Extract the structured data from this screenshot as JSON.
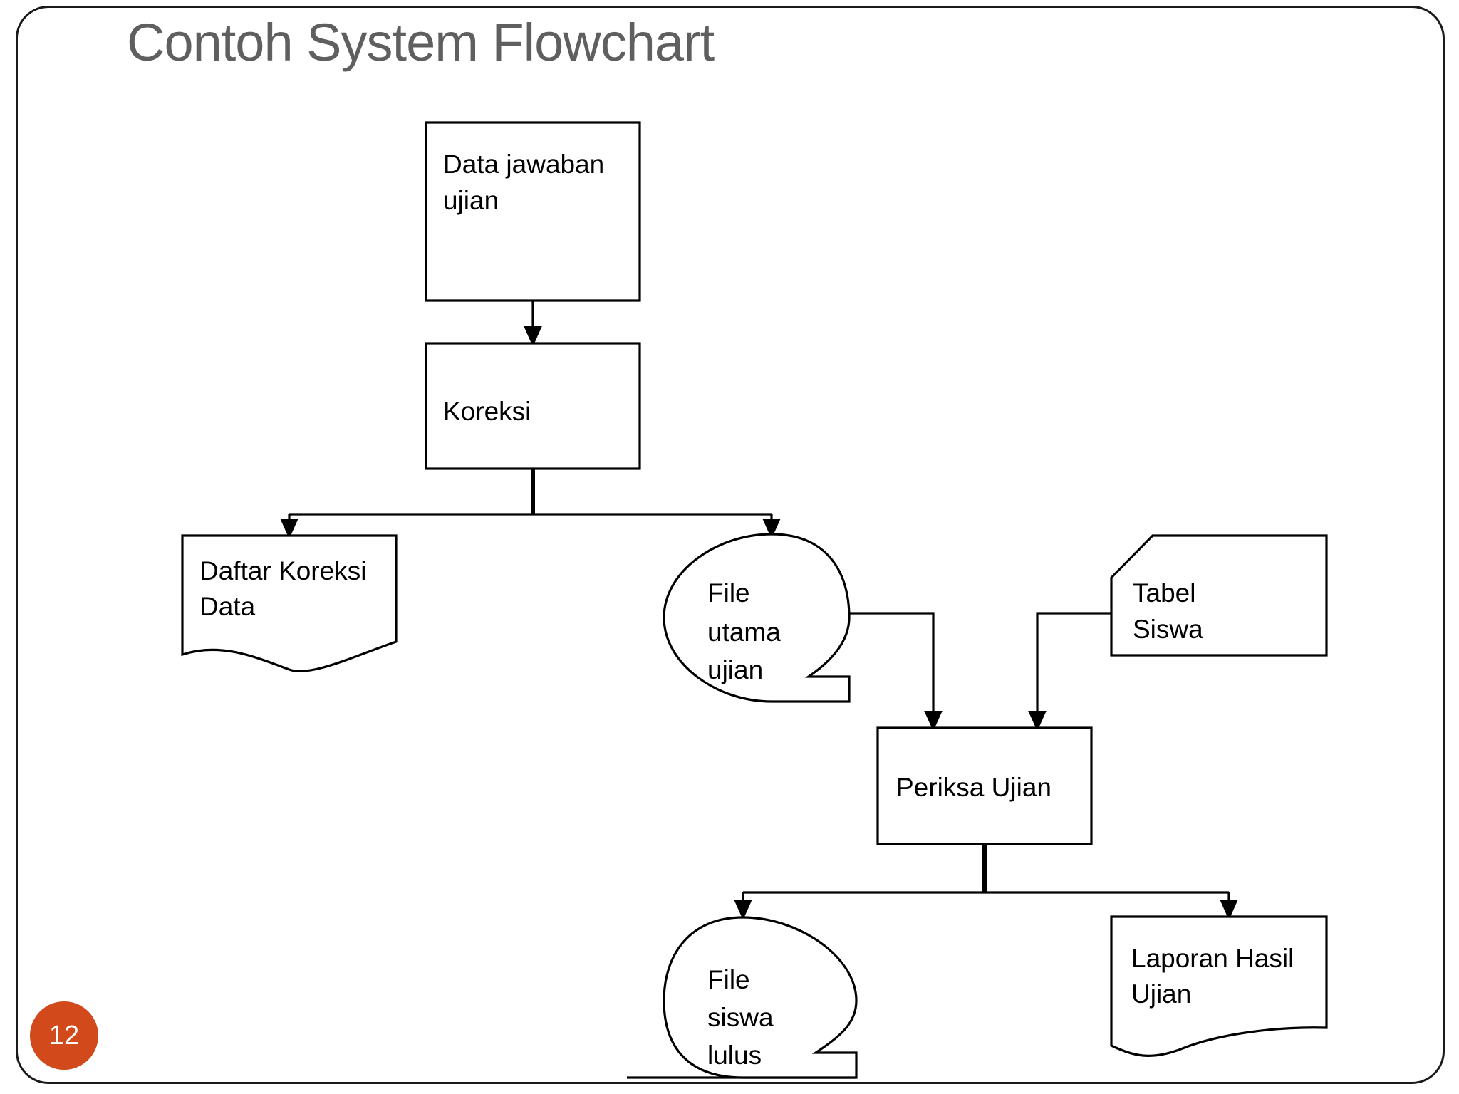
{
  "slide": {
    "title": "Contoh System Flowchart",
    "title_color": "#5f5f5f",
    "page_number": "12",
    "badge_color": "#d2491c",
    "background": "#ffffff",
    "border_color": "#1a1a1a"
  },
  "flowchart": {
    "nodes": [
      {
        "id": "data-jawaban-ujian",
        "shape": "punched-card",
        "lines": [
          "Data jawaban",
          "ujian"
        ],
        "line1": "Data jawaban",
        "line2": "ujian"
      },
      {
        "id": "koreksi",
        "shape": "process",
        "lines": [
          "Koreksi"
        ],
        "line1": "Koreksi"
      },
      {
        "id": "daftar-koreksi-data",
        "shape": "document",
        "lines": [
          "Daftar Koreksi",
          "Data"
        ],
        "line1": "Daftar Koreksi",
        "line2": "Data"
      },
      {
        "id": "file-utama-ujian",
        "shape": "magnetic-disk",
        "lines": [
          "File",
          "utama",
          "ujian"
        ],
        "line1": "File",
        "line2": "utama",
        "line3": "ujian"
      },
      {
        "id": "tabel-siswa",
        "shape": "punched-card",
        "lines": [
          "Tabel",
          "Siswa"
        ],
        "line1": "Tabel",
        "line2": "Siswa"
      },
      {
        "id": "periksa-ujian",
        "shape": "process",
        "lines": [
          "Periksa Ujian"
        ],
        "line1": "Periksa Ujian"
      },
      {
        "id": "file-siswa-lulus",
        "shape": "magnetic-disk",
        "lines": [
          "File",
          "siswa",
          "lulus"
        ],
        "line1": "File",
        "line2": "siswa",
        "line3": "lulus"
      },
      {
        "id": "laporan-hasil-ujian",
        "shape": "document",
        "lines": [
          "Laporan Hasil",
          "Ujian"
        ],
        "line1": "Laporan Hasil",
        "line2": "Ujian"
      }
    ],
    "edges": [
      {
        "from": "data-jawaban-ujian",
        "to": "koreksi"
      },
      {
        "from": "koreksi",
        "to": "daftar-koreksi-data"
      },
      {
        "from": "koreksi",
        "to": "file-utama-ujian"
      },
      {
        "from": "file-utama-ujian",
        "to": "periksa-ujian"
      },
      {
        "from": "tabel-siswa",
        "to": "periksa-ujian"
      },
      {
        "from": "periksa-ujian",
        "to": "file-siswa-lulus"
      },
      {
        "from": "periksa-ujian",
        "to": "laporan-hasil-ujian"
      }
    ]
  }
}
